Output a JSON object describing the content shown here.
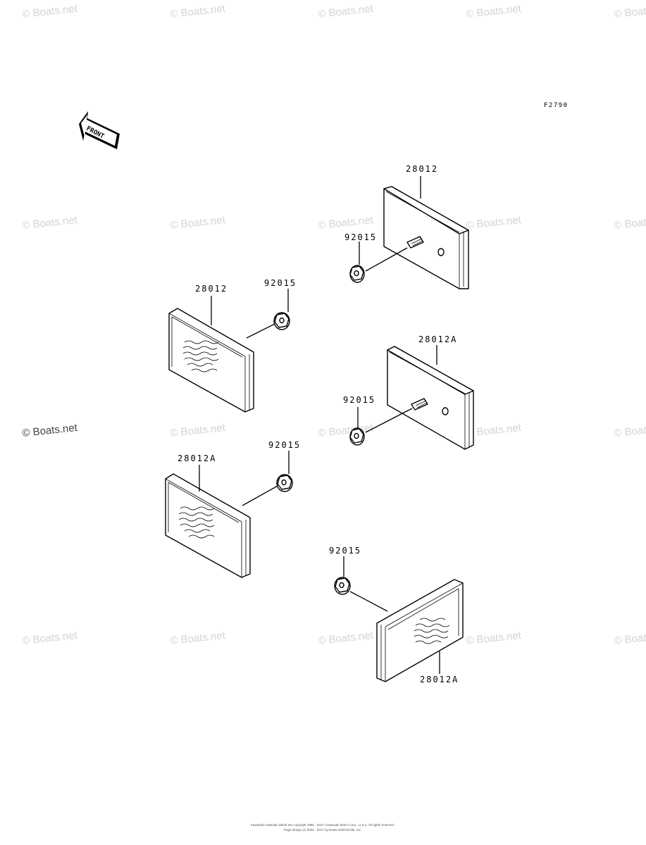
{
  "diagram": {
    "figure_code": "F2790",
    "front_arrow_label": "FRONT",
    "labels": {
      "rr_upper_reflector": "28012",
      "rr_upper_nut": "92015",
      "rl_upper_reflector": "28012",
      "rl_upper_nut": "92015",
      "rr_lower_reflector": "28012A",
      "rr_lower_nut": "92015",
      "rl_lower_reflector": "28012A",
      "rl_lower_nut": "92015",
      "bottom_nut": "92015",
      "bottom_reflector": "28012A"
    }
  },
  "watermark": {
    "text": "© Boats.net"
  },
  "footer": {
    "line1": "Kawasaki materials within are copyright 1998 - 2017, Kawasaki Motor Corp., U.S.A. All rights reserved.",
    "line2": "Page design (c) 2002 - 2017 by Boats.net/Partzilla, Inc."
  }
}
